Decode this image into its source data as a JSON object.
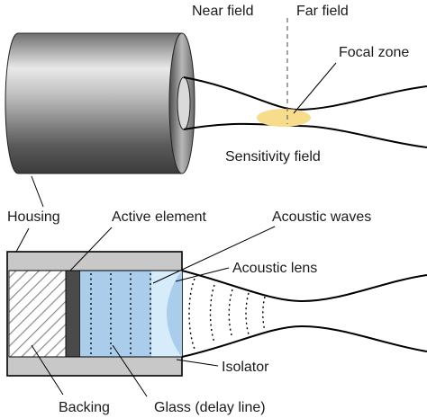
{
  "labels": {
    "near_field": "Near field",
    "far_field": "Far field",
    "focal_zone": "Focal zone",
    "sensitivity_field": "Sensitivity field",
    "housing": "Housing",
    "active_element": "Active element",
    "acoustic_waves": "Acoustic waves",
    "acoustic_lens": "Acoustic lens",
    "isolator": "Isolator",
    "backing": "Backing",
    "glass_delay_line": "Glass (delay line)"
  },
  "colors": {
    "housing_metal": "#8c8c8c",
    "housing_cross_section": "#c8c8c8",
    "active_element": "#4a4a4a",
    "glass": "#a9cdea",
    "lens": "#d6ecfa",
    "focal_zone": "#f7dc8c",
    "outline": "#111111"
  }
}
